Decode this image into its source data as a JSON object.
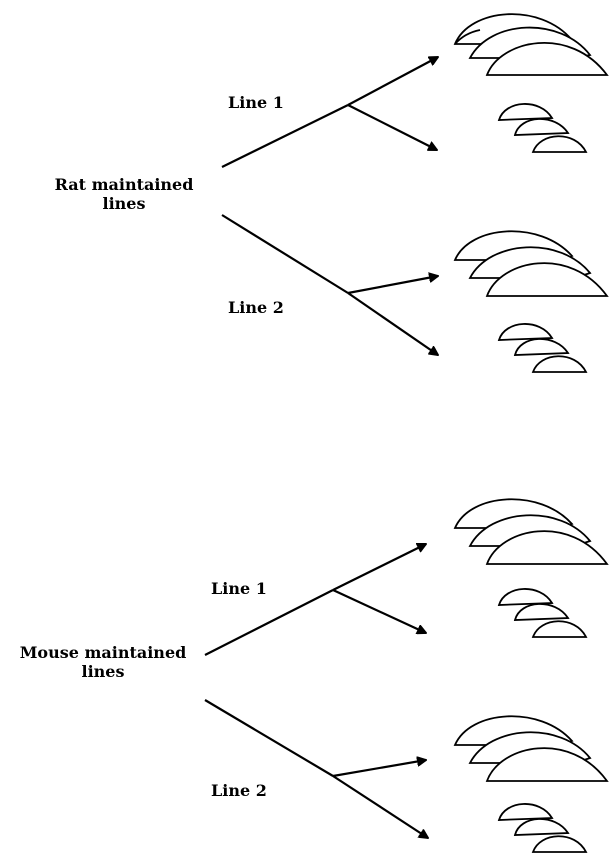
{
  "rat_group": {
    "title_line1": "Rat maintained",
    "title_line2": "lines",
    "line1_label": "Line 1",
    "line2_label": "Line 2"
  },
  "mouse_group": {
    "title_line1": "Mouse maintained",
    "title_line2": "lines",
    "line1_label": "Line 1",
    "line2_label": "Line 2"
  },
  "colors": {
    "stroke": "#000000",
    "background": "#ffffff"
  }
}
